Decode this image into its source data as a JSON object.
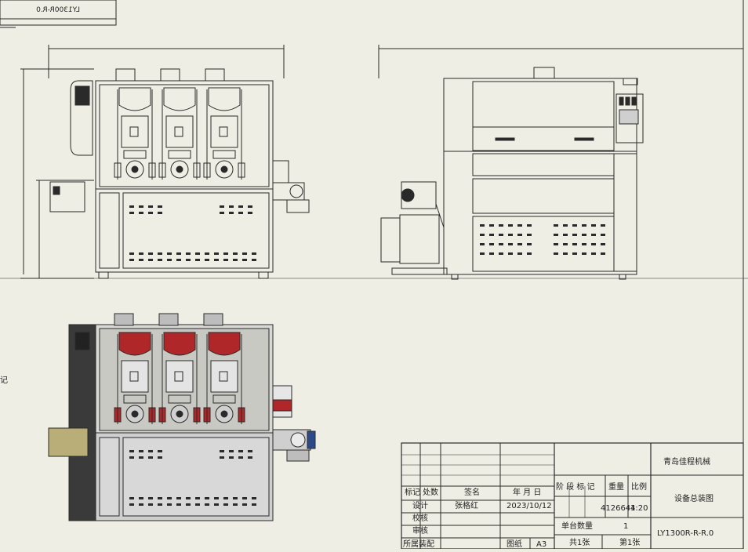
{
  "drawing": {
    "mirror_label": "LY1300R-R.0",
    "edge_note": "记"
  },
  "title_block": {
    "company": "青岛佳程机械",
    "drawing_name": "设备总装图",
    "drawing_number": "LY1300R-R-R.0",
    "rev_headers": [
      "标记",
      "处数",
      "签名",
      "年 月 日"
    ],
    "stage_headers": [
      "阶 段 标 记",
      "重量",
      "比例"
    ],
    "rows": {
      "design_label": "设计",
      "designer": "张格红",
      "date": "2023/10/12",
      "check_label": "校核",
      "review_label": "审核",
      "assembly_label": "所属装配"
    },
    "weight": "4126644",
    "scale": "1:20",
    "unit_qty_label": "单台数量",
    "unit_qty": "1",
    "total_sheets": "共1张",
    "sheet_no": "第1张",
    "paper_label": "图纸",
    "paper_size": "A3"
  },
  "colors": {
    "paper": "#eeeee4",
    "line": "#2a2a2a",
    "red": "#b0272a",
    "dark": "#3a3a3a",
    "yellow": "#b9ad78",
    "blue": "#2c4a8a",
    "grey": "#bdbdbd"
  }
}
